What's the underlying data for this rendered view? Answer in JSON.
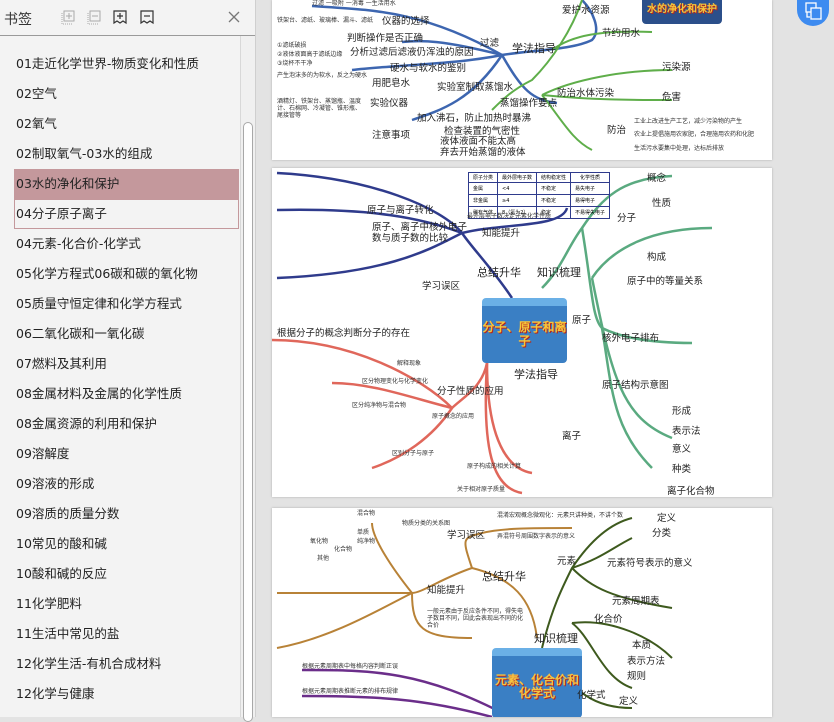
{
  "sidebar": {
    "title": "书签",
    "icons": [
      "expand-all-icon",
      "collapse-all-icon",
      "add-bookmark-icon",
      "remove-bookmark-icon",
      "close-icon"
    ],
    "items": [
      "01走近化学世界-物质变化和性质",
      "02空气",
      "02氧气",
      "02制取氧气-03水的组成",
      "03水的净化和保护",
      "04分子原子离子",
      "04元素-化合价-化学式",
      "05化学方程式06碳和碳的氧化物",
      "05质量守恒定律和化学方程式",
      "06二氧化碳和一氧化碳",
      "07燃料及其利用",
      "08金属材料及金属的化学性质",
      "08金属资源的利用和保护",
      "09溶解度",
      "09溶液的形成",
      "09溶质的质量分数",
      "10常见的酸和碱",
      "10酸和碱的反应",
      "11化学肥料",
      "11生活中常见的盐",
      "12化学生活-有机合成材料",
      "12化学与健康"
    ],
    "selected_index": 4
  },
  "page1": {
    "banner": "水的净化和保护",
    "nodes": [
      "过滤 一吸附 一消毒 一生活用水",
      "铁架台、滤纸、玻璃棒、漏斗、滤纸",
      "仪器的选择",
      "判断操作是否正确",
      "过滤",
      "①滤纸破损",
      "②液体液面高于滤纸边缘",
      "③烧杯不干净",
      "分析过滤后滤液仍浑浊的原因",
      "硬水与软水的鉴别",
      "产生泡沫多的为软水，反之为硬水",
      "用肥皂水",
      "学法指导",
      "实验室制取蒸馏水",
      "酒精灯、铁架台、蒸馏瓶、温度计、石棉网、冷凝管、锥形瓶、尾接管等",
      "实验仪器",
      "蒸馏操作要点",
      "加入沸石，防止加热时暴沸",
      "检查装置的气密性",
      "液体液面不能太高",
      "弃去开始蒸馏的液体",
      "注意事项",
      "爱护水资源",
      "节约用水",
      "防治水体污染",
      "污染源",
      "危害",
      "防治",
      "工业上改进生产工艺，减少污染物的产生",
      "农业上提倡施用农家肥，合理施用农药和化肥",
      "生活污水要集中处理，达标后排放"
    ]
  },
  "page2": {
    "banner": "分子、原子和离子",
    "nodes": [
      "最外层电子数决定元素化学性质",
      "知能提升",
      "原子与离子转化",
      "原子、离子中核外电子数与质子数的比较",
      "总结升华",
      "学习误区",
      "根据分子的概念判断分子的存在",
      "分子性质的应用",
      "解释现象",
      "区分物理变化与化学变化",
      "区分纯净物与混合物",
      "原子概念的应用",
      "区别分子与原子",
      "学法指导",
      "知识梳理",
      "分子",
      "概念",
      "性质",
      "原子",
      "构成",
      "原子中的等量关系",
      "核外电子排布",
      "原子结构示意图",
      "离子",
      "形成",
      "表示法",
      "意义",
      "种类",
      "离子化合物",
      "原子构成的相关计算",
      "关于相对原子质量"
    ],
    "table": {
      "headers": [
        "原子分类",
        "最外层电子数",
        "结构稳定性",
        "化学性质"
      ],
      "rows": [
        [
          "金属",
          "<4",
          "不稳定",
          "易失电子"
        ],
        [
          "非金属",
          "≥4",
          "不稳定",
          "易得电子"
        ],
        [
          "稀有气体",
          "8（氦为2）",
          "稳定",
          "不易得失电子"
        ]
      ]
    }
  },
  "page3": {
    "banner": "元素、化合价和化学式",
    "nodes": [
      "混合物",
      "物质分类的关系图",
      "单质",
      "纯净物",
      "化合物",
      "氧化物",
      "其他",
      "知能提升",
      "总结升华",
      "学习误区",
      "混淆宏观概念微观化：元素只讲种类，不讲个数",
      "弄混符号周围数字表示的意义",
      "一般元素由于反应条件不同，得失电子数目不同，因此会表现出不同的化合价",
      "根据元素周期表中每格内容判断正误",
      "根据元素周期表推断元素的排布规律",
      "知识梳理",
      "元素",
      "定义",
      "分类",
      "元素符号表示的意义",
      "元素周期表",
      "化合价",
      "本质",
      "表示方法",
      "规则",
      "化学式",
      "定义"
    ]
  },
  "fab": {
    "icon": "pdf-to-word-icon"
  }
}
